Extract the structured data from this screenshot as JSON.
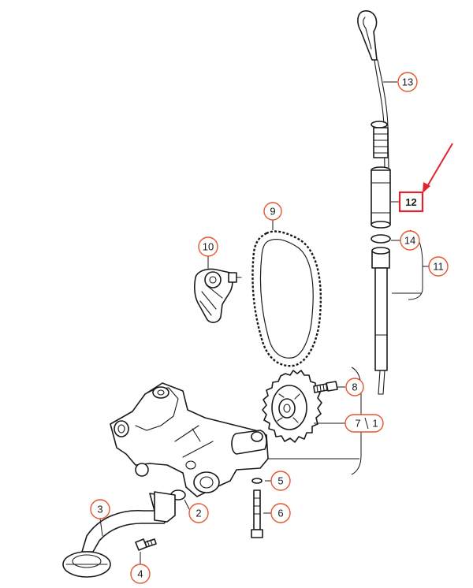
{
  "callouts": [
    {
      "id": "1",
      "label": "1"
    },
    {
      "id": "2",
      "label": "2"
    },
    {
      "id": "3",
      "label": "3"
    },
    {
      "id": "4",
      "label": "4"
    },
    {
      "id": "5",
      "label": "5"
    },
    {
      "id": "6",
      "label": "6"
    },
    {
      "id": "7",
      "label": "7"
    },
    {
      "id": "8",
      "label": "8"
    },
    {
      "id": "9",
      "label": "9"
    },
    {
      "id": "10",
      "label": "10"
    },
    {
      "id": "11",
      "label": "11"
    },
    {
      "id": "12",
      "label": "12"
    },
    {
      "id": "13",
      "label": "13"
    },
    {
      "id": "14",
      "label": "14"
    }
  ],
  "highlight": {
    "target": "12",
    "color": "#e0242a"
  },
  "colors": {
    "callout_ring": "#e4572e",
    "line": "#1a1a1a"
  }
}
